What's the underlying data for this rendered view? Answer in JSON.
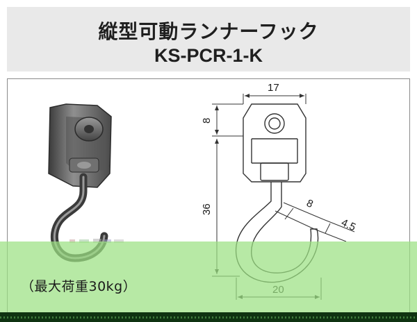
{
  "header": {
    "title": "縦型可動ランナーフック",
    "model": "KS-PCR-1-K"
  },
  "product": {
    "load_caption": "（最大荷重30kg）"
  },
  "drawing": {
    "dimensions": {
      "top_width": "17",
      "block_height": "8",
      "total_height": "36",
      "hook_wire": "8",
      "hook_tip": "4.5",
      "hook_width": "20"
    }
  },
  "colors": {
    "header_bg": "#e9e9e9",
    "overlay_green": "#9be082",
    "strip_dark": "#0f3311",
    "metal": "#6b6b6b"
  }
}
